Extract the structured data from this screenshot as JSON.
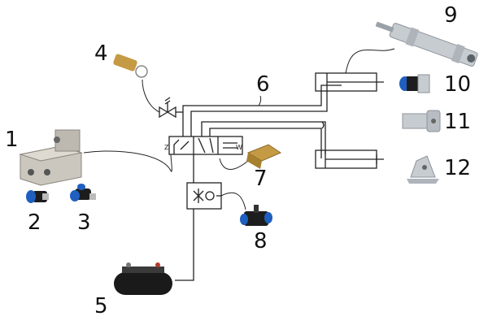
{
  "labels": {
    "l1": "1",
    "l2": "2",
    "l3": "3",
    "l4": "4",
    "l5": "5",
    "l6": "6",
    "l7": "7",
    "l8": "8",
    "l9": "9",
    "l10": "10",
    "l11": "11",
    "l12": "12"
  },
  "colors": {
    "line": "#222222",
    "fitting_blue": "#1e5fbf",
    "fitting_black": "#1d1d1d",
    "valve_grey": "#c9c5bd",
    "brass": "#c59a45",
    "tank": "#1a1a1a",
    "steel": "#c7ccd1"
  },
  "icons": {
    "valve_5_2": "solenoid-valve-icon",
    "fitting_straight": "push-fitting-icon",
    "fitting_elbow": "elbow-fitting-icon",
    "safety_valve": "safety-valve-icon",
    "tank": "air-tank-icon",
    "muffler": "silencer-icon",
    "flow_control": "flow-control-valve-icon",
    "cylinder": "pneumatic-cylinder-icon",
    "clevis": "rod-clevis-icon",
    "bracket": "mounting-bracket-icon"
  }
}
